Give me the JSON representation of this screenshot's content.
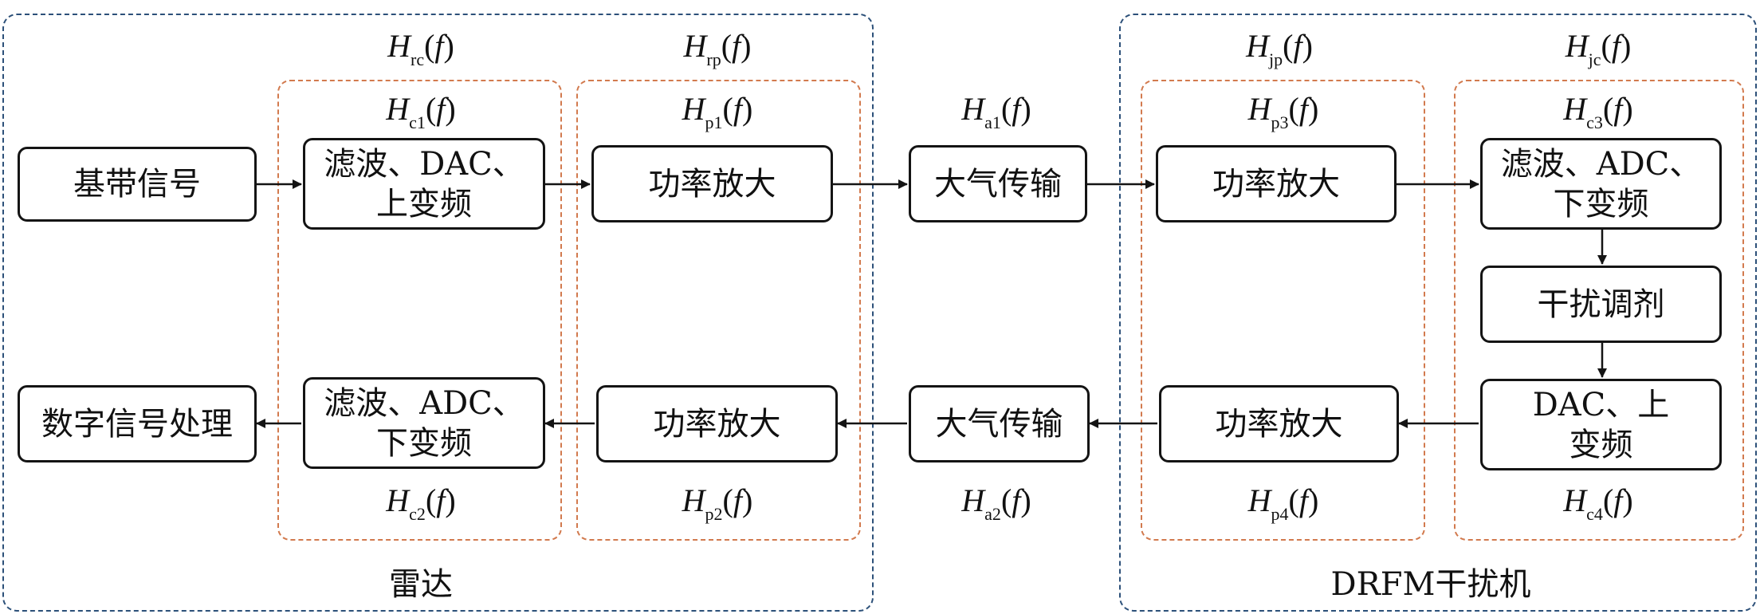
{
  "groups": {
    "radar_label": "雷达",
    "jammer_label": "DRFM干扰机"
  },
  "blocks": {
    "baseband": "基带信号",
    "radar_tx_filter": "滤波、DAC、\n上变频",
    "radar_tx_pa": "功率放大",
    "air_forward": "大气传输",
    "jammer_rx_pa": "功率放大",
    "jammer_rx_filter": "滤波、ADC、\n下变频",
    "jam_modulation": "干扰调剂",
    "jammer_tx_dac": "DAC、上\n变频",
    "jammer_tx_pa": "功率放大",
    "air_return": "大气传输",
    "radar_rx_pa": "功率放大",
    "radar_rx_filter": "滤波、ADC、\n下变频",
    "dsp": "数字信号处理"
  },
  "transfer_functions": {
    "rc": {
      "symbol": "H",
      "sub": "rc",
      "arg": "f"
    },
    "rp": {
      "symbol": "H",
      "sub": "rp",
      "arg": "f"
    },
    "jp": {
      "symbol": "H",
      "sub": "jp",
      "arg": "f"
    },
    "jc": {
      "symbol": "H",
      "sub": "jc",
      "arg": "f"
    },
    "c1": {
      "symbol": "H",
      "sub": "c1",
      "arg": "f"
    },
    "p1": {
      "symbol": "H",
      "sub": "p1",
      "arg": "f"
    },
    "a1": {
      "symbol": "H",
      "sub": "a1",
      "arg": "f"
    },
    "p3": {
      "symbol": "H",
      "sub": "p3",
      "arg": "f"
    },
    "c3": {
      "symbol": "H",
      "sub": "c3",
      "arg": "f"
    },
    "c2": {
      "symbol": "H",
      "sub": "c2",
      "arg": "f"
    },
    "p2": {
      "symbol": "H",
      "sub": "p2",
      "arg": "f"
    },
    "a2": {
      "symbol": "H",
      "sub": "a2",
      "arg": "f"
    },
    "p4": {
      "symbol": "H",
      "sub": "p4",
      "arg": "f"
    },
    "c4": {
      "symbol": "H",
      "sub": "c4",
      "arg": "f"
    }
  },
  "colors": {
    "outer_border": "#2c5079",
    "inner_border": "#d27a4e",
    "block_border": "#141414",
    "arrow": "#141414"
  }
}
